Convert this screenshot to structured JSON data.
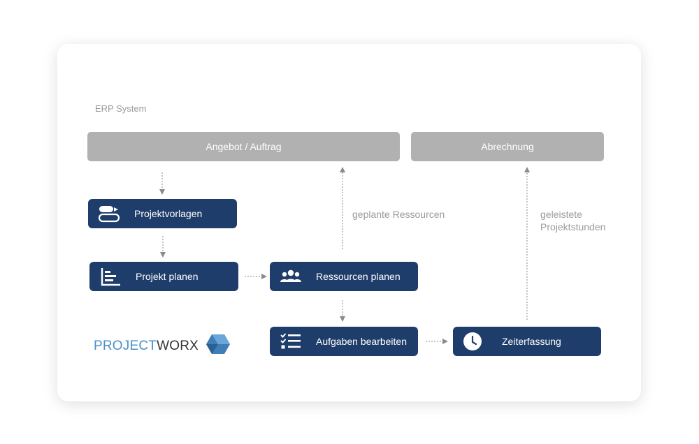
{
  "erp_label": "ERP System",
  "top_boxes": {
    "angebot": "Angebot / Auftrag",
    "abrechnung": "Abrechnung"
  },
  "steps": {
    "projektvorlagen": "Projektvorlagen",
    "projekt_planen": "Projekt planen",
    "ressourcen_planen": "Ressourcen planen",
    "aufgaben_bearbeiten": "Aufgaben bearbeiten",
    "zeiterfassung": "Zeiterfassung"
  },
  "annotations": {
    "geplante": "geplante Ressourcen",
    "geleistete_line1": "geleistete",
    "geleistete_line2": "Projektstunden"
  },
  "logo": {
    "part1": "PROJECT",
    "part2": "WORX"
  },
  "colors": {
    "box_blue": "#1e3d6a",
    "box_gray": "#b1b1b1",
    "logo_blue": "#4a90c8",
    "arrow_gray": "#8a8a8a"
  }
}
